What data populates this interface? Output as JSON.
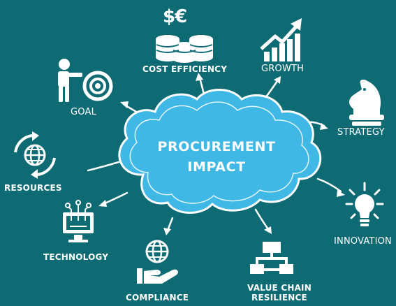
{
  "center": {
    "line1": "PROCUREMENT",
    "line2": "IMPACT"
  },
  "nodes": {
    "cost_efficiency": "COST EFFICIENCY",
    "currency_symbols": "$€",
    "growth": "GROWTH",
    "goal": "GOAL",
    "strategy": "STRATEGY",
    "resources": "RESOURCES",
    "innovation": "INNOVATION",
    "technology": "TECHNOLOGY",
    "compliance": "COMPLIANCE",
    "value_chain_line1": "VALUE CHAIN",
    "value_chain_line2": "RESILIENCE"
  },
  "colors": {
    "background": "#0e6b73",
    "cloud": "#3fb8e6",
    "icon": "#ffffff"
  }
}
